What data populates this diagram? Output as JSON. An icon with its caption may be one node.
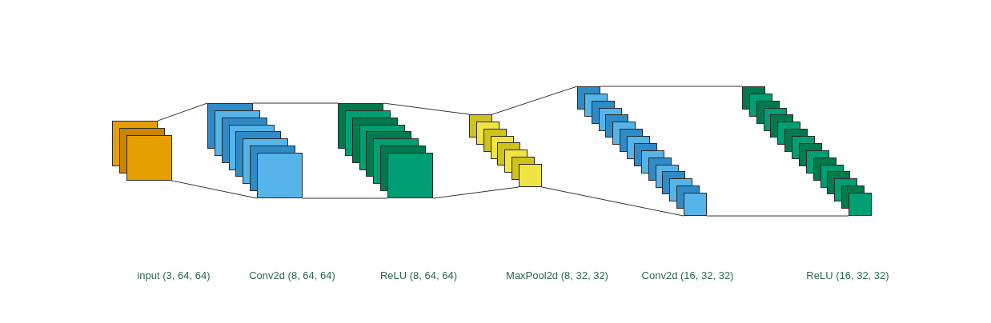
{
  "diagram": {
    "nodes": [
      {
        "text": [],
        "shape": "box"
      },
      {
        "text": [],
        "shape": "box"
      },
      {
        "text": [],
        "shape": "box"
      },
      {
        "text": [],
        "shape": "box"
      },
      {
        "text": [],
        "shape": "box"
      },
      {
        "text": [],
        "shape": "box"
      }
    ],
    "edges": [
      {
        "from": 0,
        "to": 1,
        "arrow": "none"
      },
      {
        "from": 1,
        "to": 2,
        "arrow": "none"
      },
      {
        "from": 2,
        "to": 3,
        "arrow": "none"
      },
      {
        "from": 3,
        "to": 4,
        "arrow": "none"
      },
      {
        "from": 4,
        "to": 5,
        "arrow": "none"
      }
    ],
    "labels": [
      "input (3, 64, 64)",
      "Conv2d (8, 64, 64)",
      "ReLU (8, 64, 64)",
      "MaxPool2d (8, 32, 32)",
      "Conv2d (16, 32, 32)",
      "ReLU (16, 32, 32)"
    ]
  }
}
